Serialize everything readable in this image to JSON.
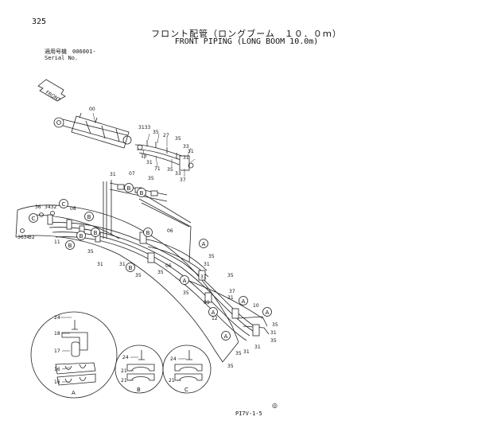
{
  "page_number": "325",
  "title_jp": "フロント配管（ロングブーム　１０．０ｍ）",
  "title_en": "FRONT PIPING (LONG BOOM 10.0m)",
  "serial_label_jp": "適用号機　006001-",
  "serial_label_en": "Serial No.",
  "front_arrow_label": "FRONT",
  "callouts": {
    "n00": "00",
    "n31": "31",
    "n33": "33",
    "n35": "35",
    "n27": "27",
    "n13": "13",
    "n37": "37",
    "n71": "71",
    "n07": "07",
    "n08": "08",
    "n06": "06",
    "n09": "09",
    "n10": "10",
    "n11": "11",
    "n12": "12",
    "n36": "36",
    "n34": "34",
    "n32": "32",
    "n3133": "3133",
    "n3432": "3432",
    "n3634": "3634"
  },
  "letters": {
    "a": "A",
    "b": "B",
    "c": "C"
  },
  "detail_a": {
    "n24": "24",
    "n18": "18",
    "n17": "17",
    "n16": "16",
    "label": "A"
  },
  "detail_b": {
    "n24": "24",
    "n21": "21",
    "label": "B"
  },
  "detail_c": {
    "n24": "24",
    "n21": "21",
    "label": "C"
  },
  "footer": "PI7V-1-5",
  "stamp": "◎"
}
